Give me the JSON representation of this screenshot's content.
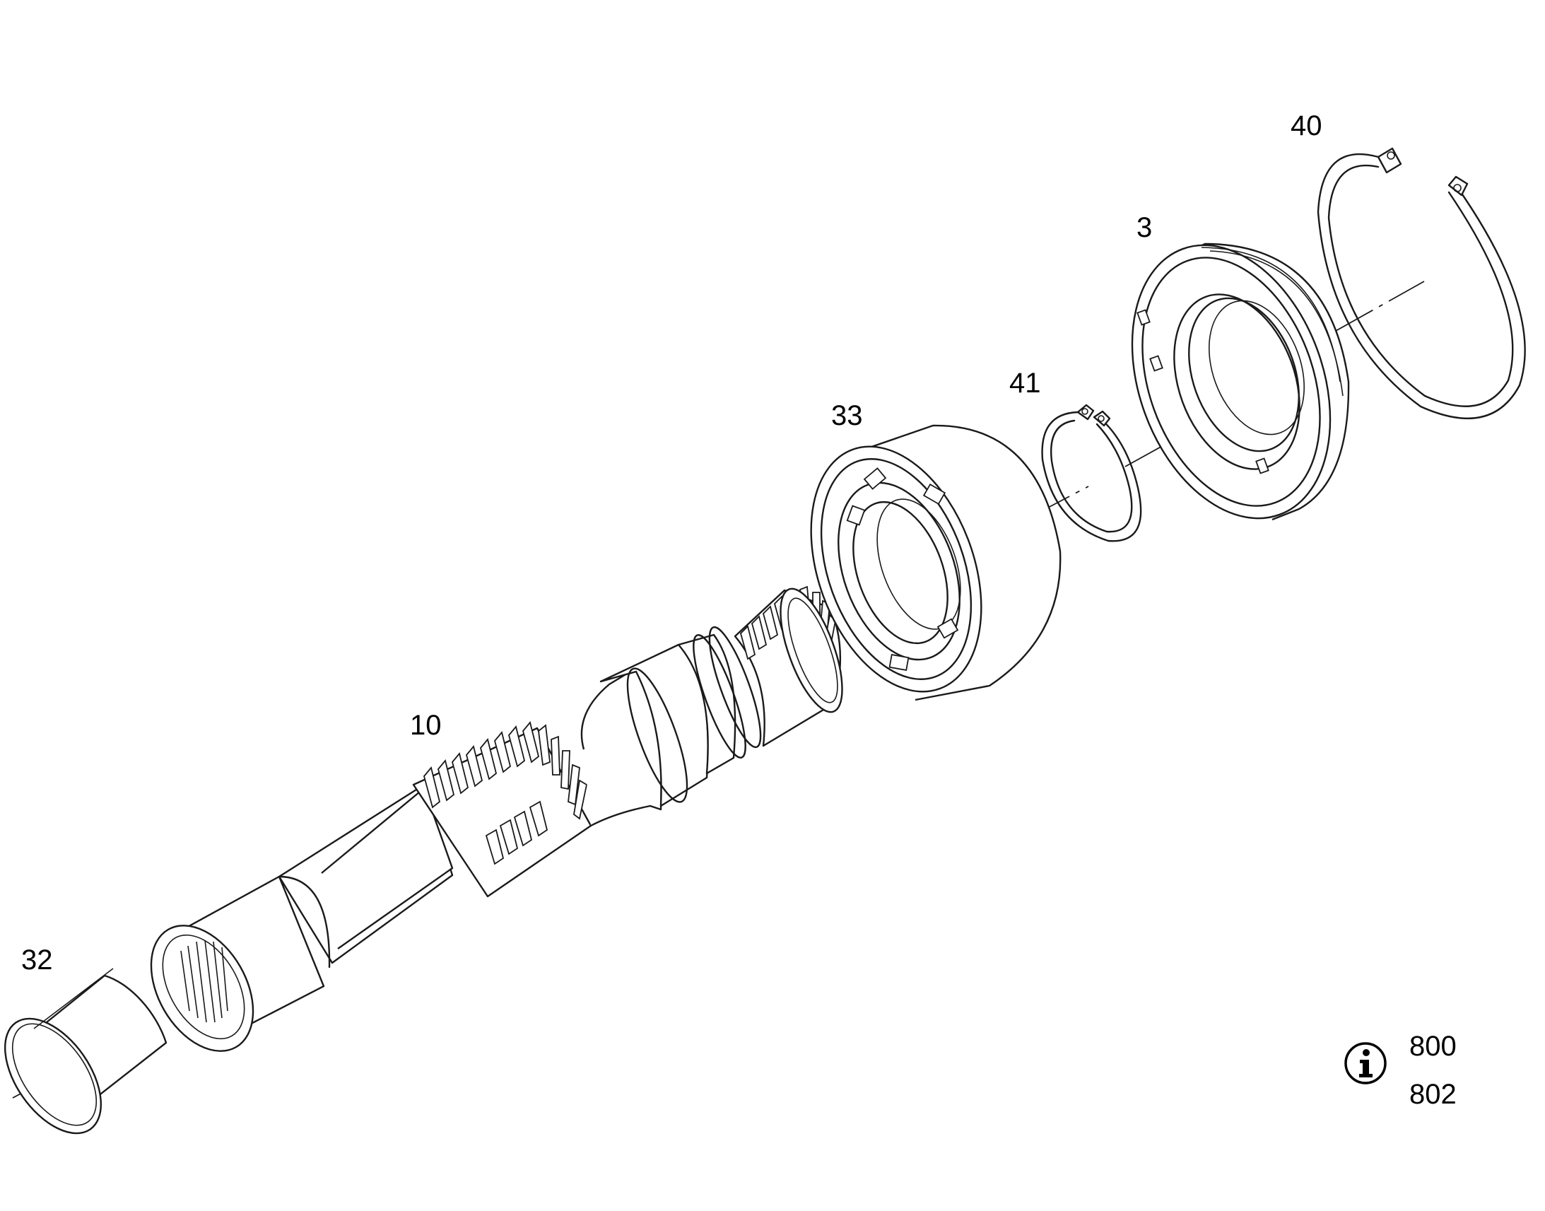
{
  "parts": [
    {
      "id": "part-40",
      "label": "40",
      "name": "large-circlip"
    },
    {
      "id": "part-3",
      "label": "3",
      "name": "seal-ring"
    },
    {
      "id": "part-41",
      "label": "41",
      "name": "small-circlip"
    },
    {
      "id": "part-33",
      "label": "33",
      "name": "ball-bearing"
    },
    {
      "id": "part-10",
      "label": "10",
      "name": "splined-shaft"
    },
    {
      "id": "part-32",
      "label": "32",
      "name": "bushing"
    }
  ],
  "info": {
    "icon": "info-icon",
    "codes": [
      "800",
      "802"
    ]
  }
}
